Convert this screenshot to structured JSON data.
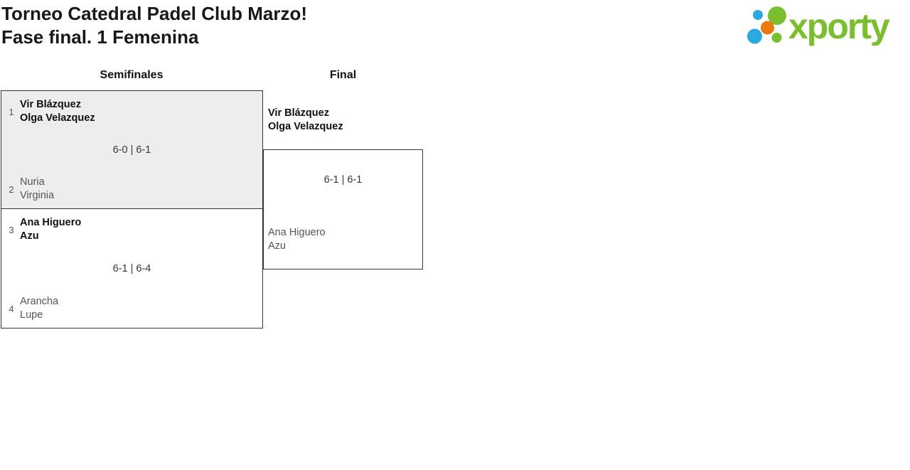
{
  "header": {
    "title_line1": "Torneo Catedral Padel Club Marzo!",
    "title_line2": "Fase final. 1 Femenina"
  },
  "logo": {
    "wordmark": "xporty",
    "colors": {
      "green": "#7bbe2e",
      "blue": "#2aa9e0",
      "orange": "#e87a10"
    }
  },
  "columns": {
    "semifinals_label": "Semifinales",
    "final_label": "Final"
  },
  "matches": {
    "semifinal_1": {
      "top_seed": "1",
      "top_team": [
        "Vir Blázquez",
        "Olga Velazquez"
      ],
      "score": "6-0 | 6-1",
      "bottom_seed": "2",
      "bottom_team": [
        "Nuria",
        "Virginia"
      ],
      "winner": "top",
      "highlight_fill": "#ededed"
    },
    "semifinal_2": {
      "top_seed": "3",
      "top_team": [
        "Ana Higuero",
        "Azu"
      ],
      "score": "6-1 | 6-4",
      "bottom_seed": "4",
      "bottom_team": [
        "Arancha",
        "Lupe"
      ],
      "winner": "top"
    },
    "final": {
      "top_team": [
        "Vir Blázquez",
        "Olga Velazquez"
      ],
      "score": "6-1 | 6-1",
      "bottom_team": [
        "Ana Higuero",
        "Azu"
      ],
      "winner": "top"
    }
  }
}
